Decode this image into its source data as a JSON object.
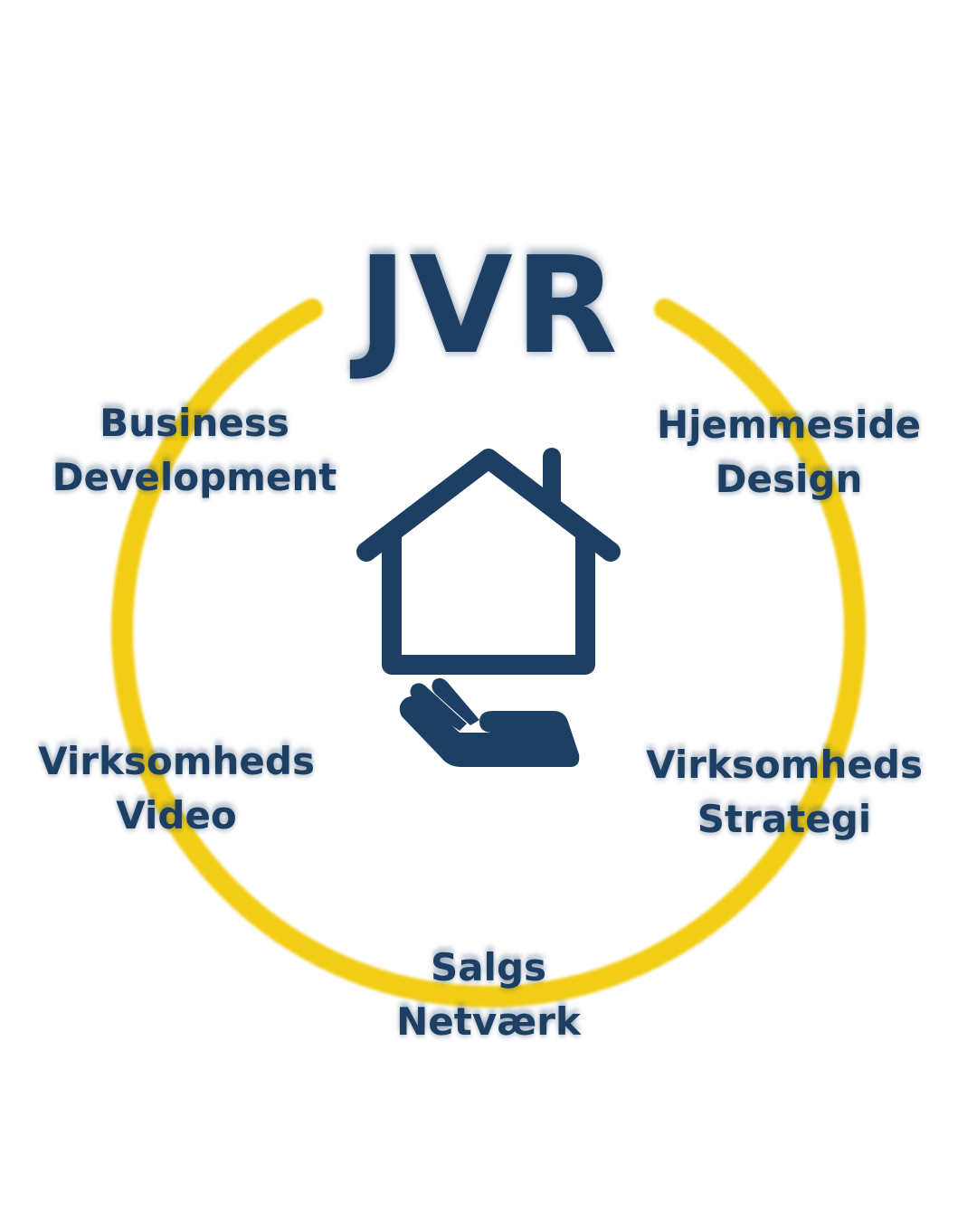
{
  "title": "JVR",
  "colors": {
    "ring": "#f2cd14",
    "text": "#1c3f63",
    "background": "#ffffff"
  },
  "center_icon": "house-in-hand-icon",
  "services": [
    {
      "position": "top-left",
      "line1": "Business",
      "line2": "Development"
    },
    {
      "position": "top-right",
      "line1": "Hjemmeside",
      "line2": "Design"
    },
    {
      "position": "middle-left",
      "line1": "Virksomheds",
      "line2": "Video"
    },
    {
      "position": "middle-right",
      "line1": "Virksomheds",
      "line2": "Strategi"
    },
    {
      "position": "bottom",
      "line1": "Salgs",
      "line2": "Netværk"
    }
  ]
}
